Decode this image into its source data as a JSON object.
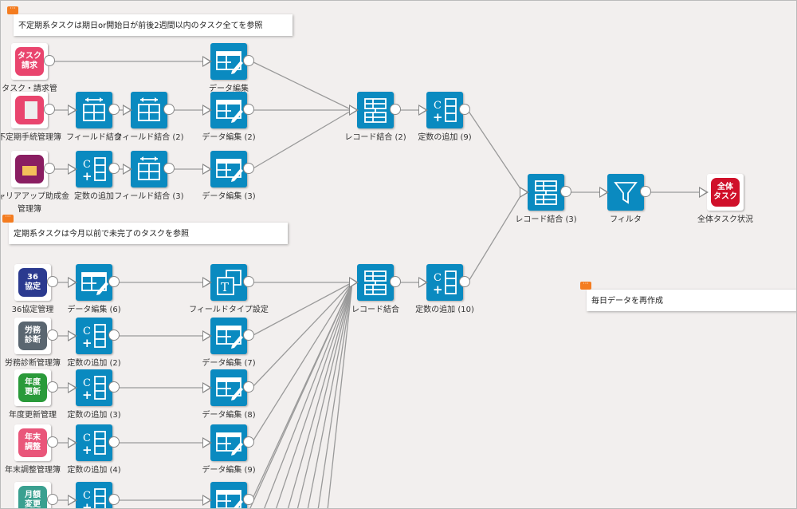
{
  "comments": [
    "不定期系タスクは期日or開始日が前後2週間以内のタスク全てを参照",
    "定期系タスクは今月以前で未完了のタスクを参照",
    "毎日データを再作成"
  ],
  "nodes": {
    "src1": {
      "label": "タスク・請求管",
      "icon_text": "タスク\n請求",
      "color": "#e9456e"
    },
    "src2": {
      "label": "不定期手続管理簿",
      "icon_text": "",
      "color": "#e9456e"
    },
    "src3": {
      "label": "キャリアアップ助成金管理簿",
      "icon_text": "",
      "color": "#8a1e62"
    },
    "fj1": {
      "label": "フィールド結合"
    },
    "fj2": {
      "label": "フィールド結合 (2)"
    },
    "c1": {
      "label": "定数の追加"
    },
    "fj3": {
      "label": "フィールド結合 (3)"
    },
    "de1": {
      "label": "データ編集"
    },
    "de2": {
      "label": "データ編集 (2)"
    },
    "de3": {
      "label": "データ編集 (3)"
    },
    "rj2": {
      "label": "レコード結合 (2)"
    },
    "c9": {
      "label": "定数の追加 (9)"
    },
    "rj3": {
      "label": "レコード結合 (3)"
    },
    "filter": {
      "label": "フィルタ"
    },
    "out": {
      "label": "全体タスク状況",
      "icon_text": "全体\nタスク",
      "color": "#d0102a"
    },
    "s36": {
      "label": "36協定管理",
      "icon_text": "36\n協定",
      "color": "#2b3a8f"
    },
    "sro": {
      "label": "労務診断管理簿",
      "icon_text": "労務\n診断",
      "color": "#5a6670"
    },
    "snen": {
      "label": "年度更新管理",
      "icon_text": "年度\n更新",
      "color": "#2a9a3a"
    },
    "smatsu": {
      "label": "年末調整管理簿",
      "icon_text": "年末\n調整",
      "color": "#e9567a"
    },
    "sgetsu": {
      "label": "",
      "icon_text": "月額\n変更",
      "color": "#3aa090"
    },
    "de6": {
      "label": "データ編集 (6)"
    },
    "c2": {
      "label": "定数の追加 (2)"
    },
    "c3": {
      "label": "定数の追加 (3)"
    },
    "c4": {
      "label": "定数の追加 (4)"
    },
    "c5": {
      "label": ""
    },
    "ft": {
      "label": "フィールドタイプ設定"
    },
    "de7": {
      "label": "データ編集 (7)"
    },
    "de8": {
      "label": "データ編集 (8)"
    },
    "de9": {
      "label": "データ編集 (9)"
    },
    "de10": {
      "label": ""
    },
    "rj": {
      "label": "レコード結合"
    },
    "c10": {
      "label": "定数の追加 (10)"
    }
  },
  "colors": {
    "node": "#0a8ac0",
    "comment_icon": "#f47c20",
    "canvas": "#f2efee"
  }
}
